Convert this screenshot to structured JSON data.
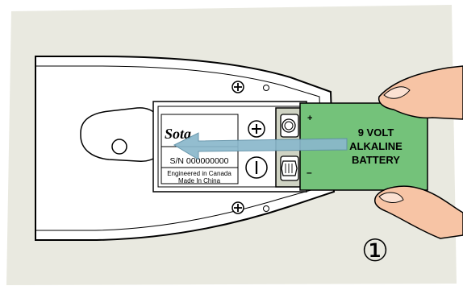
{
  "device_label": {
    "logo": "Sota",
    "serial": "S/N 000000000",
    "engineered": "Engineered in Canada",
    "made": "Made In China"
  },
  "battery": {
    "line1": "9 VOLT",
    "line2": "ALKALINE",
    "line3": "BATTERY",
    "plus": "+",
    "minus": "–"
  },
  "step_number": "①",
  "colors": {
    "panel_bg": "#e9e9e0",
    "battery_green": "#74c27a",
    "arrow_blue": "#8ab8cc",
    "skin": "#f7c4a5",
    "device_body": "#ffffff"
  }
}
